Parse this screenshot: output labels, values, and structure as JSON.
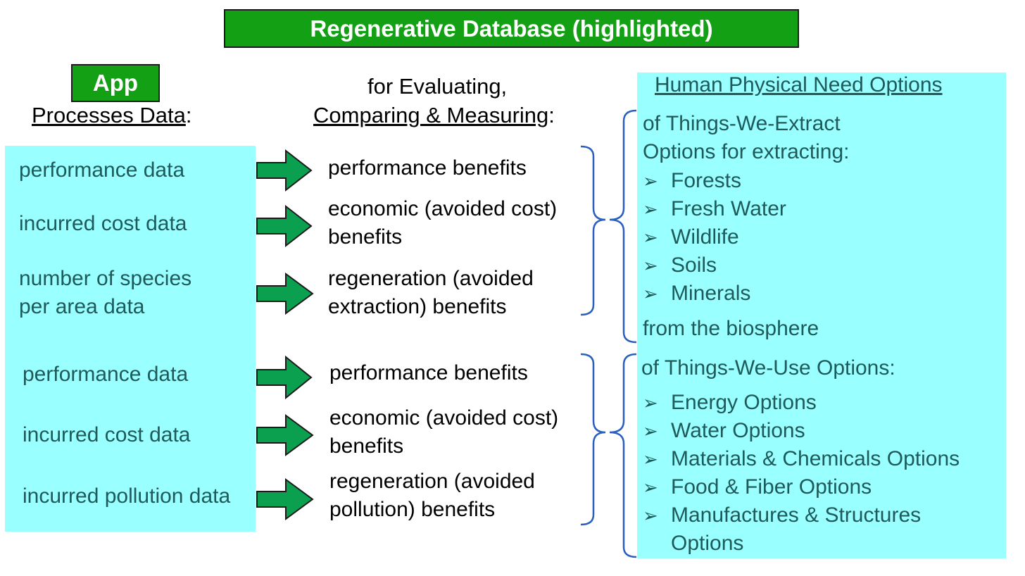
{
  "title": "Regenerative Database (highlighted)",
  "app": {
    "badge": "App",
    "heading_underlined": "Processes Data",
    "heading_suffix": ":"
  },
  "middle_header": {
    "line1": "for Evaluating,",
    "line2_underlined": "Comparing & Measuring",
    "line2_suffix": ":"
  },
  "left_items": [
    "performance data",
    "incurred cost data",
    "number of species per area data",
    "performance data",
    "incurred cost data",
    "incurred pollution data"
  ],
  "benefits": [
    "performance benefits",
    "economic (avoided cost) benefits",
    "regeneration (avoided extraction) benefits",
    "performance benefits",
    "economic (avoided cost) benefits",
    "regeneration (avoided pollution) benefits"
  ],
  "needs": {
    "heading": "Human Physical Need Options",
    "extract_intro": "of Things-We-Extract",
    "extract_sub": "Options for extracting:",
    "extract_items": [
      "Forests",
      "Fresh Water",
      "Wildlife",
      "Soils",
      "Minerals"
    ],
    "extract_outro": "from the biosphere",
    "use_intro": "of Things-We-Use Options:",
    "use_items": [
      "Energy Options",
      "Water Options",
      "Materials & Chemicals Options",
      "Food & Fiber Options",
      "Manufactures & Structures Options"
    ],
    "bullet_icon": "arrow-bullet-icon"
  },
  "colors": {
    "title_green": "#14a014",
    "arrow_green": "#0aa050",
    "panel_cyan": "#99ffff",
    "text_teal": "#1e5a5a",
    "brace_blue": "#2a5fc0"
  }
}
